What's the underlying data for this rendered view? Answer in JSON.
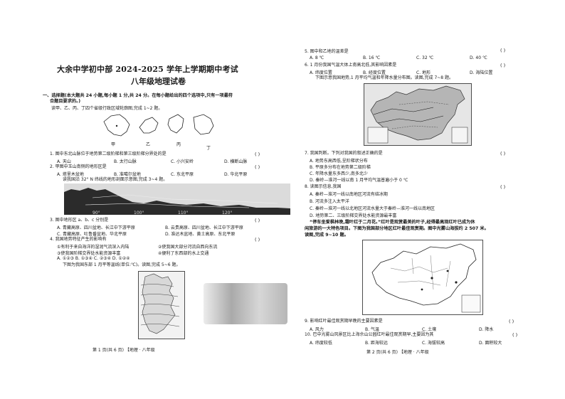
{
  "left_page": {
    "title_line1": "大余中学初中部 2024-2025 学年上学期期中考试",
    "title_line2": "八年级地理试卷",
    "section1": "一、选择题(本大题共 24 小题,每小题 1 分,共 24 分。在每小题给出的四个选项中,只有一项最符",
    "section1b": "合题目要求的。)",
    "intro_1_2": "读甲、乙、丙、丁四个省级行政区域轮廓图,完成 1~2 题。",
    "province_labels": [
      "甲",
      "乙",
      "丙",
      "丁"
    ],
    "q1": "1. 图中东北山脉位于地势第二级阶梯和第三级阶梯分界处的是",
    "q1_opts": [
      "A. 天山",
      "B. 太行山脉",
      "C. 小兴安岭",
      "D. 横断山脉"
    ],
    "q2": "2. 甲图中玉山南侧的地形区是",
    "q2_opts": [
      "A. 塔里木盆地",
      "B. 准噶尔盆地",
      "C. 东北平原",
      "D. 华北平原"
    ],
    "intro_3_4": "读我国沿 32° N 纬线的地形剖面示意图,完成 3~4 题。",
    "profile_ticks": [
      "90°",
      "100°",
      "110°",
      "120°"
    ],
    "q3": "3. 图中地形区 a、b、c 分别是",
    "q3_opts": [
      "A. 青藏高原、四川盆地、长江中下游平原",
      "B. 云贵高原、四川盆地、长江中下游平原",
      "C. 青藏高原、吐鲁番盆地、华北平原",
      "D. 准达木盆地、黄土高原、东北平原"
    ],
    "q4": "4. 我国地势特征产生的影响有",
    "q4_opts": [
      "①有利于来自海洋的湿润气流深入内陆",
      "②使我国大部分河流自西向东流",
      "③使我国阶梯交界处水能资源丰富",
      "④便利了东西部的水上交通"
    ],
    "q4_choice": "A. ①②③    B. ①③④    C. ②③④    D. ①②④",
    "intro_5_6": "下图为我国东部 1 月平等温线(单位:℃)。读图,完成 5~6 题。",
    "footer": "第 1 页(共 6 页)  【地理 · 八年级"
  },
  "right_page": {
    "q5": "5. 图中和乙地的温差是",
    "q5_opts": [
      "A. 8 ℃",
      "B. 16 ℃",
      "C. 32 ℃",
      "D. 40 ℃"
    ],
    "q6": "6. 1 月份我国气温大体上南高北低,其影响因素是",
    "q6_opts": [
      "A. 纬度位置",
      "B. 经度位置",
      "C. 地形",
      "D. 海陆位置"
    ],
    "intro_7_8": "下图示意我国地势,1 月平均气温和年降水量分布图。读图,完成 7~8 题。",
    "q7": "7. 我国判断。下列对我国的叙述正确的是",
    "q7_opts": [
      "A. 地势东高西低,呈阶梯状分布",
      "B. 平原多分布在地势第二级阶梯",
      "C. 年降水量东多西少,南多北少",
      "D. 秦岭—淮河一线以南 1 月平均气温普遍小于 0 ℃"
    ],
    "q8": "8. 读图示信息,我国",
    "q8_opts": [
      "A. 秦岭—淮河一线以南地区河流有结冰期",
      "B. 河流多注入太平洋",
      "C. 秦岭—淮河一线以北地区河流水量大于秦岭—淮河一线以南地区",
      "D. 地势第二、三级阶梯交界处水能资源最丰富"
    ],
    "passage_1": "“停车坐爱枫林晚,霜叶红于二月花。”红叶是观赏最美的叶子,经得最高观红叶已成为休",
    "passage_2": "闲旅游的一大特色项目。下图为我国部分地区红叶最佳观赏期。图中光雾山海拔约 2 507 米。",
    "passage_3": "读图,完成 9~10 题。",
    "q9": "9. 影响红叶最佳观赏期早晚的主要因素是",
    "q9_opts": [
      "A. 风力",
      "B. 气温",
      "C. 土壤",
      "D. 降水"
    ],
    "q10": "10. 巴中光雾山风景区比上海佘山公园红叶最佳观赏期早,主要因为其",
    "q10_opts": [
      "A. 纬度较低",
      "B. 距海较远",
      "C. 海拔较高",
      "D. 面积较大"
    ],
    "footer": "第 2 页(共 6 页)  【地理 · 八年级"
  },
  "paren": "(    )"
}
